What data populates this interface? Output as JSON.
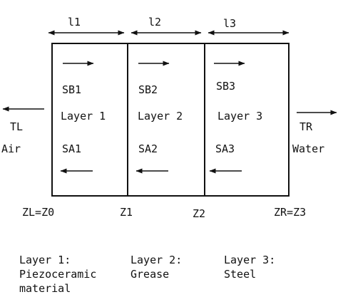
{
  "diagram": {
    "thickness_labels": [
      "l1",
      "l2",
      "l3"
    ],
    "layers": [
      {
        "name": "Layer 1",
        "sb": "SB1",
        "sa": "SA1"
      },
      {
        "name": "Layer 2",
        "sb": "SB2",
        "sa": "SA2"
      },
      {
        "name": "Layer 3",
        "sb": "SB3",
        "sa": "SA3"
      }
    ],
    "left_medium": {
      "wave": "TL",
      "name": "Air"
    },
    "right_medium": {
      "wave": "TR",
      "name": "Water"
    },
    "z_labels": [
      "ZL=Z0",
      "Z1",
      "Z2",
      "ZR=Z3"
    ],
    "legend": [
      {
        "title": "Layer 1:",
        "line1": "Piezoceramic",
        "line2": "material"
      },
      {
        "title": "Layer 2:",
        "line1": "Grease",
        "line2": ""
      },
      {
        "title": "Layer 3:",
        "line1": "Steel",
        "line2": ""
      }
    ]
  }
}
